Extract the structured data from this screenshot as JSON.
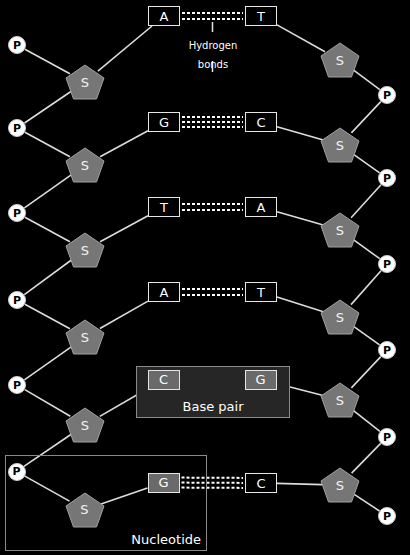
{
  "diagram": {
    "nodes": [
      {
        "text": [
          "P"
        ]
      },
      {
        "text": [
          "S"
        ]
      },
      {
        "text": [
          "A"
        ]
      },
      {
        "text": [
          "T"
        ]
      },
      {
        "text": [
          "S"
        ]
      },
      {
        "text": [
          "P"
        ]
      },
      {
        "text": [
          "P"
        ]
      },
      {
        "text": [
          "S"
        ]
      },
      {
        "text": [
          "G"
        ]
      },
      {
        "text": [
          "C"
        ]
      },
      {
        "text": [
          "S"
        ]
      },
      {
        "text": [
          "P"
        ]
      },
      {
        "text": [
          "P"
        ]
      },
      {
        "text": [
          "S"
        ]
      },
      {
        "text": [
          "T"
        ]
      },
      {
        "text": [
          "A"
        ]
      },
      {
        "text": [
          "S"
        ]
      },
      {
        "text": [
          "P"
        ]
      },
      {
        "text": [
          "P"
        ]
      },
      {
        "text": [
          "S"
        ]
      },
      {
        "text": [
          "A"
        ]
      },
      {
        "text": [
          "T"
        ]
      },
      {
        "text": [
          "S"
        ]
      },
      {
        "text": [
          "P"
        ]
      },
      {
        "text": [
          "P"
        ]
      },
      {
        "text": [
          "S"
        ]
      },
      {
        "text": [
          "Base pair"
        ]
      },
      {
        "text": [
          "C"
        ],
        "in": 26
      },
      {
        "text": [
          "G"
        ],
        "in": 26
      },
      {
        "text": [
          "S"
        ]
      },
      {
        "text": [
          "P"
        ]
      },
      {
        "text": [
          "Nucleotide"
        ]
      },
      {
        "text": [
          "P"
        ],
        "in": 31
      },
      {
        "text": [
          "S"
        ],
        "in": 31
      },
      {
        "text": [
          "G"
        ],
        "in": 31
      },
      {
        "text": [
          "C"
        ]
      },
      {
        "text": [
          "S"
        ]
      },
      {
        "text": [
          "P"
        ]
      }
    ],
    "edges": [
      {
        "from": 0,
        "to": 1,
        "arrow": "none"
      },
      {
        "from": 1,
        "to": 2,
        "arrow": "none"
      },
      {
        "from": 2,
        "to": 3,
        "arrow": "none"
      },
      {
        "from": 3,
        "to": 4,
        "arrow": "none"
      },
      {
        "from": 4,
        "to": 5,
        "arrow": "none"
      },
      {
        "from": 1,
        "to": 6,
        "arrow": "none"
      },
      {
        "from": 5,
        "to": 10,
        "arrow": "none"
      },
      {
        "from": 6,
        "to": 7,
        "arrow": "none"
      },
      {
        "from": 7,
        "to": 8,
        "arrow": "none"
      },
      {
        "from": 8,
        "to": 9,
        "arrow": "none"
      },
      {
        "from": 9,
        "to": 10,
        "arrow": "none"
      },
      {
        "from": 10,
        "to": 11,
        "arrow": "none"
      },
      {
        "from": 7,
        "to": 12,
        "arrow": "none"
      },
      {
        "from": 11,
        "to": 16,
        "arrow": "none"
      },
      {
        "from": 12,
        "to": 13,
        "arrow": "none"
      },
      {
        "from": 13,
        "to": 14,
        "arrow": "none"
      },
      {
        "from": 14,
        "to": 15,
        "arrow": "none"
      },
      {
        "from": 15,
        "to": 16,
        "arrow": "none"
      },
      {
        "from": 16,
        "to": 17,
        "arrow": "none"
      },
      {
        "from": 13,
        "to": 18,
        "arrow": "none"
      },
      {
        "from": 17,
        "to": 22,
        "arrow": "none"
      },
      {
        "from": 18,
        "to": 19,
        "arrow": "none"
      },
      {
        "from": 19,
        "to": 20,
        "arrow": "none"
      },
      {
        "from": 20,
        "to": 21,
        "arrow": "none"
      },
      {
        "from": 21,
        "to": 22,
        "arrow": "none"
      },
      {
        "from": 22,
        "to": 23,
        "arrow": "none"
      },
      {
        "from": 19,
        "to": 24,
        "arrow": "none"
      },
      {
        "from": 23,
        "to": 29,
        "arrow": "none"
      },
      {
        "from": 24,
        "to": 25,
        "arrow": "none"
      },
      {
        "from": 25,
        "to": 27,
        "arrow": "none"
      },
      {
        "from": 27,
        "to": 28,
        "arrow": "none"
      },
      {
        "from": 28,
        "to": 29,
        "arrow": "none"
      },
      {
        "from": 29,
        "to": 30,
        "arrow": "none"
      },
      {
        "from": 25,
        "to": 32,
        "arrow": "none"
      },
      {
        "from": 30,
        "to": 36,
        "arrow": "none"
      },
      {
        "from": 32,
        "to": 33,
        "arrow": "none"
      },
      {
        "from": 33,
        "to": 34,
        "arrow": "none"
      },
      {
        "from": 34,
        "to": 35,
        "arrow": "none"
      },
      {
        "from": 35,
        "to": 36,
        "arrow": "none"
      },
      {
        "from": 36,
        "to": 37,
        "arrow": "none"
      }
    ],
    "labels": [
      "Hydrogen bonds"
    ]
  }
}
